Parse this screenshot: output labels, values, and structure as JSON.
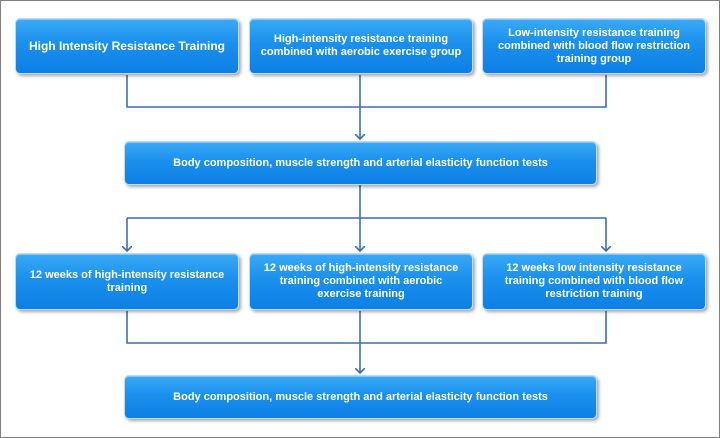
{
  "row1": [
    "High Intensity Resistance Training",
    "High-intensity resistance training combined with aerobic exercise group",
    "Low-intensity resistance training combined with blood flow restriction training group"
  ],
  "tests_before": "Body composition, muscle strength and arterial elasticity function tests",
  "row2": [
    "12 weeks of high-intensity resistance training",
    "12 weeks of high-intensity resistance training combined with aerobic exercise training",
    "12 weeks low intensity resistance training combined with blood flow restriction training"
  ],
  "tests_after": "Body composition, muscle strength and arterial elasticity function tests",
  "colors": {
    "box": "#1a90ee",
    "connector": "#3a6fb0"
  }
}
